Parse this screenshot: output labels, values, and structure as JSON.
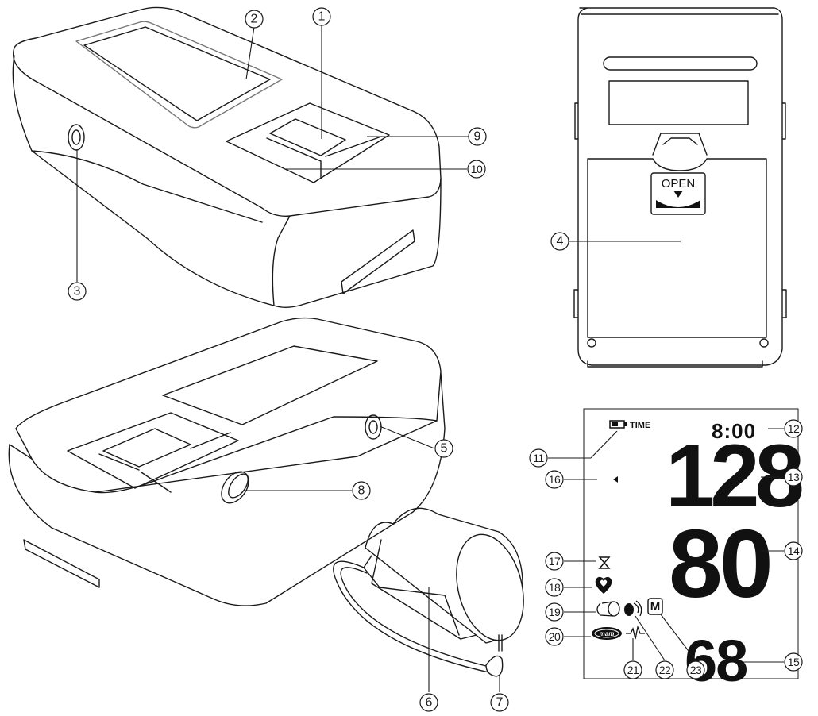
{
  "callouts": [
    "1",
    "2",
    "3",
    "4",
    "5",
    "6",
    "7",
    "8",
    "9",
    "10",
    "11",
    "12",
    "13",
    "14",
    "15",
    "16",
    "17",
    "18",
    "19",
    "20",
    "21",
    "22",
    "23"
  ],
  "battery_cover_label": "OPEN",
  "display": {
    "time_label": "TIME",
    "clock": "8:00",
    "systolic": "128",
    "diastolic": "80",
    "pulse": "68",
    "memory_label": "M",
    "brand_badge": "mam"
  }
}
